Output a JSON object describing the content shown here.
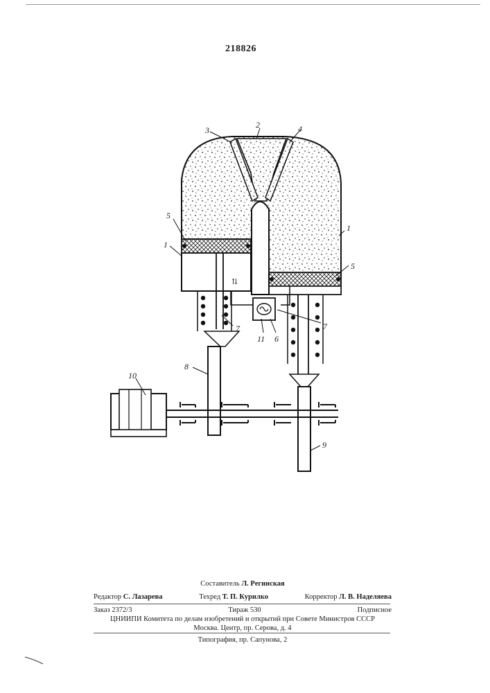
{
  "page_number": "218826",
  "figure": {
    "labels": {
      "chamber_left": "1",
      "chamber_right": "1",
      "hopper": "2",
      "pipe_left": "3",
      "pipe_right": "4",
      "filter_left": "5",
      "filter_right": "5",
      "valve": "6",
      "heater_left": "7",
      "heater_right": "7",
      "pump_left": "8",
      "pump_right": "9",
      "motor": "10",
      "coil": "11"
    }
  },
  "footer": {
    "compiler_label": "Составитель",
    "compiler_name": "Л. Регинская",
    "editor_label": "Редактор",
    "editor_name": "С. Лазарева",
    "techred_label": "Техред",
    "techred_name": "Т. П. Курилко",
    "corrector_label": "Корректор",
    "corrector_name": "Л. В. Наделяева",
    "order": "Заказ  2372/3",
    "circulation": "Тираж  530",
    "subscription": "Подписное",
    "institute": "ЦНИИПИ Комитета по делам изобретений и открытий при Совете Министров СССР",
    "address": "Москва. Центр, пр. Серова, д. 4",
    "printing": "Типография, пр. Сапунова, 2"
  }
}
